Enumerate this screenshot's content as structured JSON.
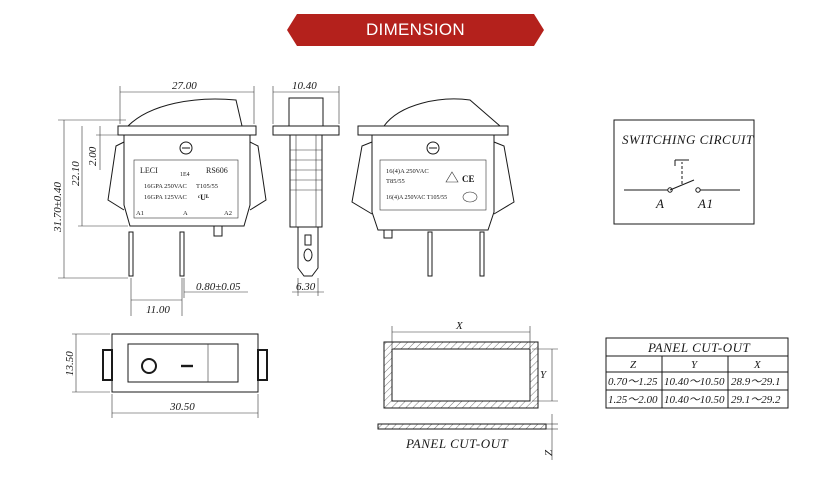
{
  "banner": {
    "title": "DIMENSION",
    "color": "#b4211c"
  },
  "front_view": {
    "width": "27.00",
    "height_total": "31.70±0.40",
    "height_body": "22.10",
    "rocker": "2.00",
    "pin_pitch": "11.00",
    "pin_thickness": "0.80±0.05",
    "label_brand": "LECI",
    "label_model": "RS606",
    "label_current": "1E4",
    "label_line1": "16GPA 250VAC",
    "label_line1b": "T105/55",
    "label_line2": "16GPA 125VAC",
    "terminal_a1": "A1",
    "terminal_a": "A",
    "terminal_a2": "A2"
  },
  "side_view": {
    "width": "10.40",
    "pin_width": "6.30"
  },
  "back_view": {
    "line1": "16(4)A 250VAC",
    "line2": "T85/55",
    "line3": "16(4)A  250VAC T105/55"
  },
  "switching_circuit": {
    "title": "SWITCHING CIRCUIT",
    "terminal_a": "A",
    "terminal_a1": "A1"
  },
  "top_view": {
    "width": "30.50",
    "height": "13.50"
  },
  "panel_diagram": {
    "x_label": "X",
    "y_label": "Y",
    "z_label": "Z",
    "caption": "PANEL CUT-OUT"
  },
  "cutout_table": {
    "title": "PANEL CUT-OUT",
    "headers": [
      "Z",
      "Y",
      "X"
    ],
    "rows": [
      [
        "0.70～1.25",
        "10.40～10.50",
        "28.9～29.1"
      ],
      [
        "1.25～2.00",
        "10.40～10.50",
        "29.1～29.2"
      ]
    ]
  }
}
